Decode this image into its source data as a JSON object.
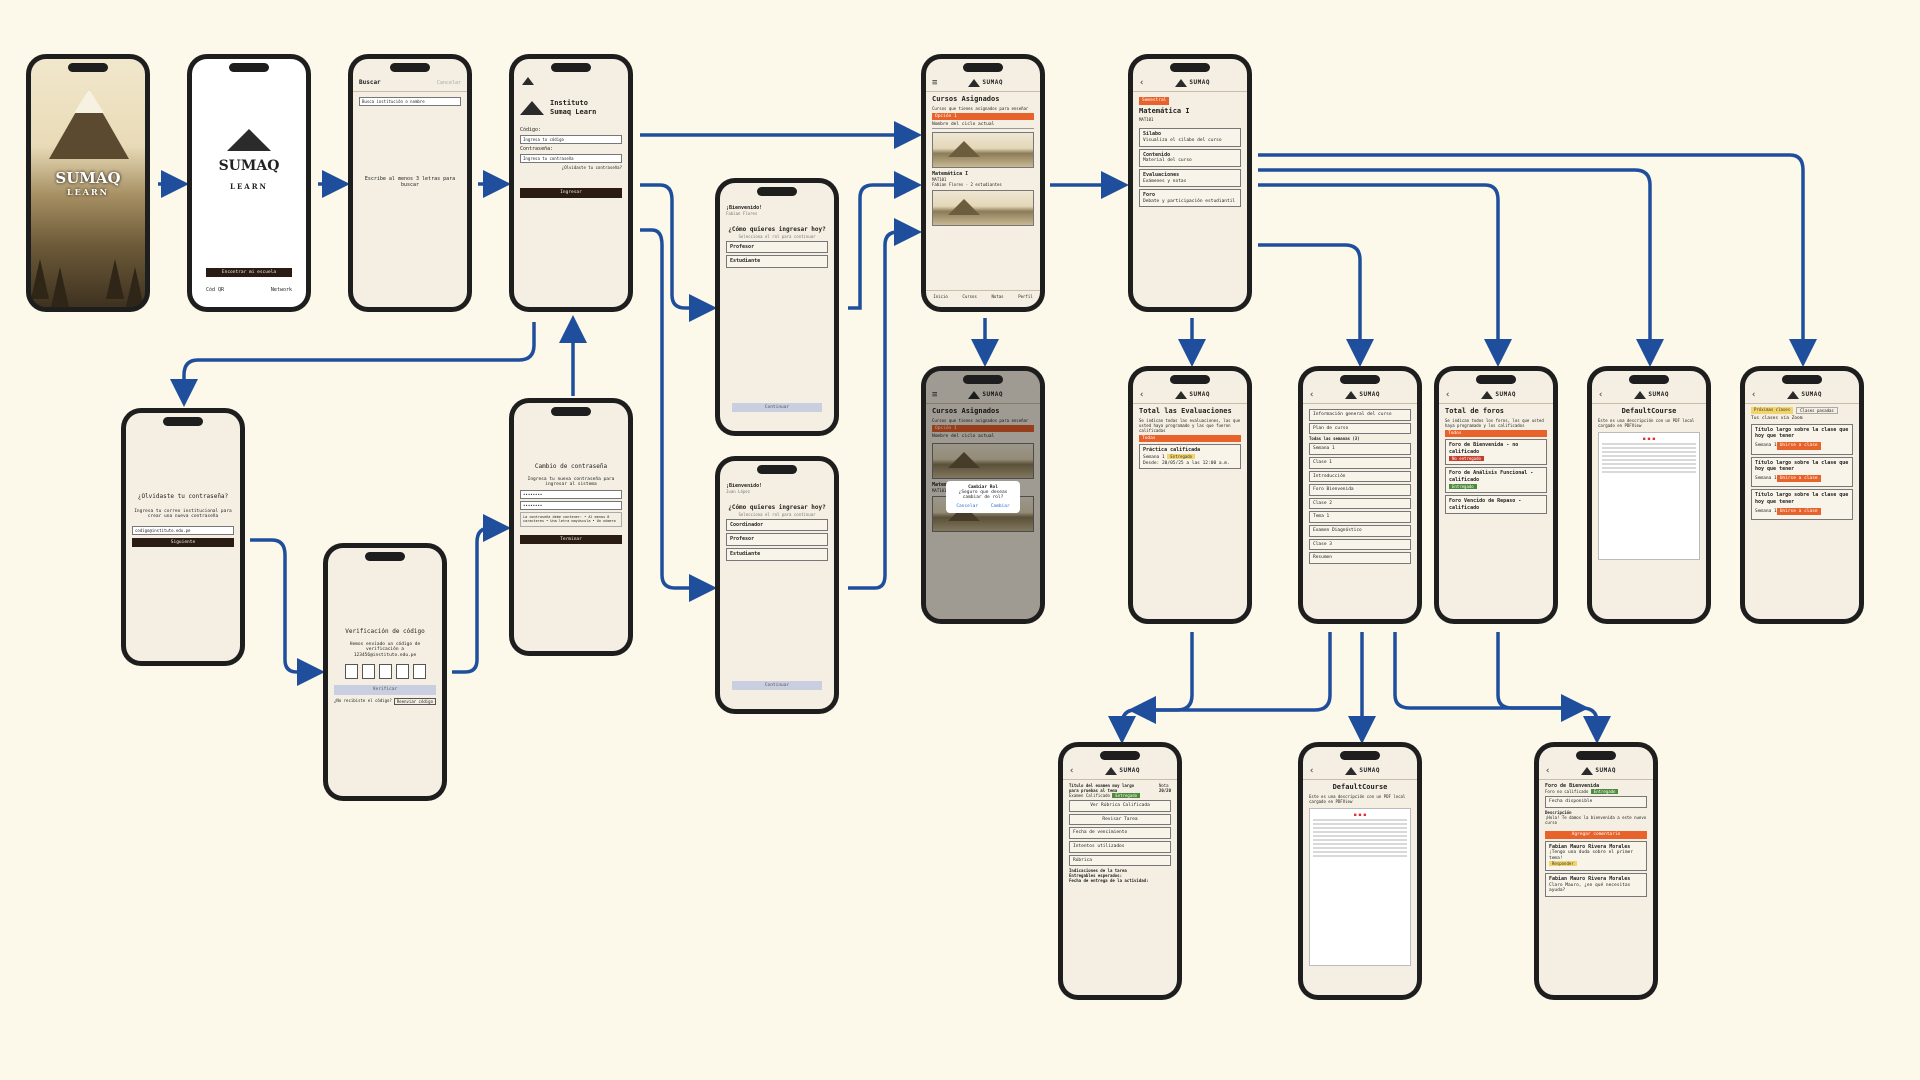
{
  "colors": {
    "background": "#fcf8ea",
    "connector": "#1f4f9c",
    "accent": "#e8622c",
    "dark": "#2a1c12"
  },
  "splash": {
    "title": "SUMAQ",
    "subtitle": "LEARN"
  },
  "welcome": {
    "title": "SUMAQ",
    "subtitle": "LEARN",
    "button": "Encontrar mi escuela",
    "left": "Cód QR",
    "right": "Network"
  },
  "search": {
    "title": "Buscar",
    "cancel": "Cancelar",
    "placeholder": "Busca institución o nombre",
    "hint": "Escribe al menos 3 letras para buscar"
  },
  "login": {
    "logo": "SUMAQ LEARN",
    "inst1": "Instituto",
    "inst2": "Sumaq Learn",
    "code_label": "Código:",
    "code_ph": "Ingresa tu código",
    "pass_label": "Contraseña:",
    "pass_ph": "Ingresa tu contraseña",
    "forgot": "¿Olvidaste tu contraseña?",
    "button": "Ingresar"
  },
  "forgot": {
    "title": "¿Olvidaste tu contraseña?",
    "desc": "Ingresa tu correo institucional para crear una nueva contraseña",
    "email": "codigo@instituto.edu.pe",
    "button": "Siguiente"
  },
  "verify": {
    "title": "Verificación de código",
    "desc": "Hemos enviado un código de verificación a 123456@instituto.edu.pe",
    "button": "Verificar",
    "resend_q": "¿No recibiste el código?",
    "resend": "Reenviar código"
  },
  "change": {
    "title": "Cambio de contraseña",
    "desc": "Ingresa tu nueva contraseña para ingresar al sistema",
    "p1": "••••••••",
    "p2": "••••••••",
    "rules": "La contraseña debe contener: • Al menos 8 caracteres • Una letra mayúscula • Un número",
    "button": "Terminar"
  },
  "role2": {
    "greet": "¡Bienvenido!",
    "name": "Fabian Flores",
    "q": "¿Cómo quieres ingresar hoy?",
    "sub": "Selecciona el rol para continuar",
    "r1": "Profesor",
    "r2": "Estudiante",
    "button": "Continuar"
  },
  "role3": {
    "greet": "¡Bienvenido!",
    "name": "Juan López",
    "q": "¿Cómo quieres ingresar hoy?",
    "sub": "Selecciona el rol para continuar",
    "r1": "Coordinador",
    "r2": "Profesor",
    "r3": "Estudiante",
    "button": "Continuar"
  },
  "courses": {
    "title": "Cursos Asignados",
    "desc": "Cursos que tienes asignados para enseñar",
    "filter": "Opción 1",
    "cycle": "Nombre del ciclo actual",
    "course": "Matemática I",
    "code": "MAT101",
    "meta": "Fabian Flores · 2 estudiantes",
    "tabs": [
      "Inicio",
      "Cursos",
      "Notas",
      "Perfil"
    ]
  },
  "course_modal": {
    "title": "Cambiar Rol",
    "msg": "¿Seguro que deseas cambiar de rol?",
    "cancel": "Cancelar",
    "confirm": "Cambiar"
  },
  "course_menu": {
    "badge": "Semestral",
    "title": "Matemática I",
    "code": "MAT101",
    "items": [
      {
        "t": "Sílabo",
        "s": "Visualiza el sílabo del curso"
      },
      {
        "t": "Contenido",
        "s": "Material del curso"
      },
      {
        "t": "Evaluaciones",
        "s": "Exámenes y notas"
      },
      {
        "t": "Foro",
        "s": "Debate y participación estudiantil"
      }
    ]
  },
  "evals": {
    "title": "Total las Evaluaciones",
    "desc": "Se indican todas las evaluaciones, las que usted haya programado y las que fueron calificadas",
    "filter": "Todas",
    "item": "Práctica calificada",
    "week": "Semana 1",
    "state": "Entregado",
    "date": "Desde: 20/05/25 a las 12:00 a.m."
  },
  "weeks": {
    "info": "Información general del curso",
    "plan": "Plan de curso",
    "all": "Todas las semanas (3)",
    "w1": "Semana 1",
    "c1": "Clase 1",
    "i1": "Introducción",
    "i2": "Foro Bienvenida",
    "c2": "Clase 2",
    "i3": "Tema 1",
    "i4": "Examen Diagnóstico",
    "c3": "Clase 3",
    "i5": "Resumen"
  },
  "forums": {
    "title": "Total de foros",
    "desc": "Se indican todos los foros, los que usted haya programado y los calificados",
    "filter": "Todos",
    "f1": "Foro de Bienvenida - no calificado",
    "f1s": "No entregado",
    "f2": "Foro de Análisis Funcional - calificado",
    "f2s": "Entregado",
    "f3": "Foro Vencido de Repaso - calificado"
  },
  "syllabus": {
    "title": "DefaultCourse",
    "desc": "Este es una descripción con un PDF local cargado en PDFView"
  },
  "zoom": {
    "tab1": "Próximas clases",
    "tab2": "Clases pasadas",
    "head": "Tus clases vía Zoom",
    "item": "Título largo sobre la clase que hoy que tener",
    "week": "Semana 1",
    "join": "Unirse a clase"
  },
  "exam": {
    "title": "Título del examen muy largo para pruebas al tema",
    "grade_label": "Nota",
    "grade": "20/20",
    "status": "Examen Calificado",
    "state": "Entregado",
    "b1": "Ver Rúbrica Calificada",
    "b2": "Revisar Tarea",
    "due": "Fecha de vencimiento",
    "attempts": "Intentos utilizados",
    "rubric": "Rúbrica",
    "ind": "Indicaciones de la tarea",
    "deliv": "Entregables esperados:",
    "end": "Fecha de entrega de la actividad:"
  },
  "syllabus2": {
    "title": "DefaultCourse",
    "desc": "Este es una descripción con un PDF local cargado en PDFView"
  },
  "forum_detail": {
    "title": "Foro de Bienvenida",
    "sub": "Foro no calificado",
    "state": "Entregado",
    "avail": "Fecha disponible",
    "desc": "Descripción",
    "body": "¡Hola! Te damos la bienvenida a este nuevo curso",
    "button": "Agregar comentario",
    "user1": "Fabian Mauro Rivera Morales",
    "msg1": "¡Tengo una duda sobre el primer tema!",
    "user2": "Fabian Mauro Rivera Morales",
    "msg2": "Claro Mauro, ¿en qué necesitas ayuda?",
    "reply": "Responder"
  }
}
